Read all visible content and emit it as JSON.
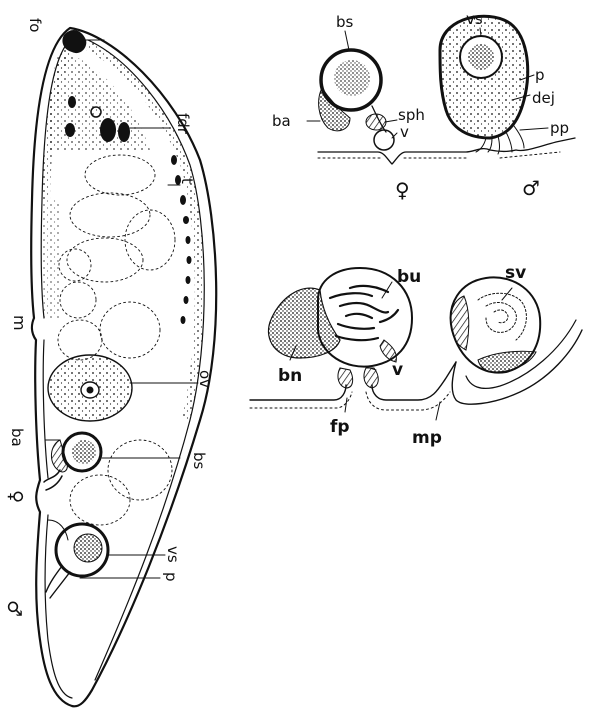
{
  "left_figure": {
    "labels": {
      "fo": "fo",
      "fdr": "fdr",
      "t": "t",
      "m": "m",
      "ov": "ov",
      "ba": "ba",
      "bs": "bs",
      "female": "♀",
      "vs": "vs",
      "p": "p",
      "male": "♂"
    }
  },
  "top_female": {
    "labels": {
      "bs": "bs",
      "ba": "ba",
      "sph": "sph",
      "v": "v",
      "sex": "♀"
    }
  },
  "top_male": {
    "labels": {
      "vs": "vs",
      "p": "p",
      "dej": "dej",
      "pp": "pp",
      "sex": "♂"
    }
  },
  "schematic": {
    "labels": {
      "bu": "bu",
      "bn": "bn",
      "v": "v",
      "fp": "fp",
      "sv": "sv",
      "mp": "mp"
    }
  },
  "colors": {
    "ink": "#111111",
    "background": "#ffffff"
  }
}
